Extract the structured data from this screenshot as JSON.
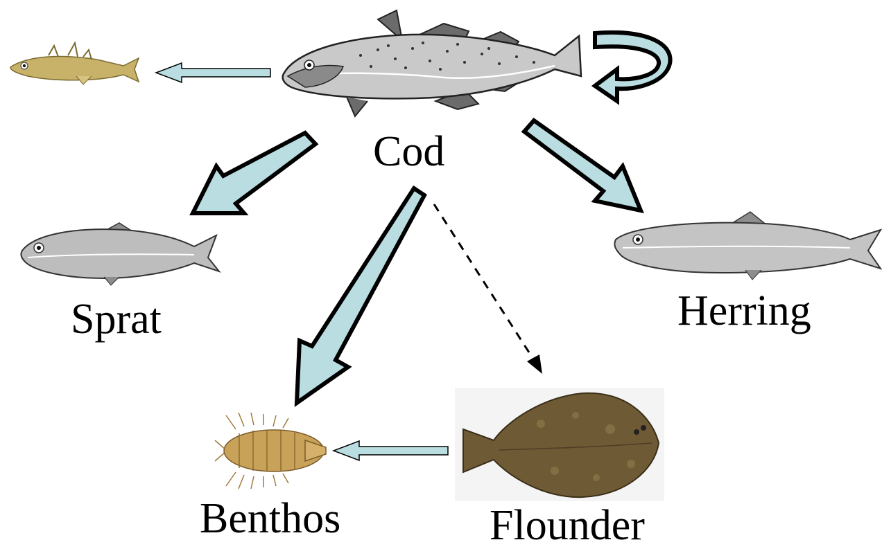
{
  "species": {
    "cod": "Cod",
    "sprat": "Sprat",
    "herring": "Herring",
    "benthos": "Benthos",
    "flounder": "Flounder"
  },
  "colors": {
    "arrow_fill": "#b9dde0",
    "outline": "#000000",
    "cod_body": "#c9c9c9",
    "sprat_body": "#bdbdbd",
    "herring_body": "#c4c4c4",
    "stickleback_body": "#c8b26a",
    "flounder_body": "#6f5a36",
    "benthos_body": "#c9a25a"
  },
  "icons": {
    "cod": "cod-fish-icon",
    "stickleback": "stickleback-fish-icon",
    "sprat": "sprat-fish-icon",
    "herring": "herring-fish-icon",
    "flounder": "flounder-fish-icon",
    "benthos": "isopod-benthos-icon"
  }
}
